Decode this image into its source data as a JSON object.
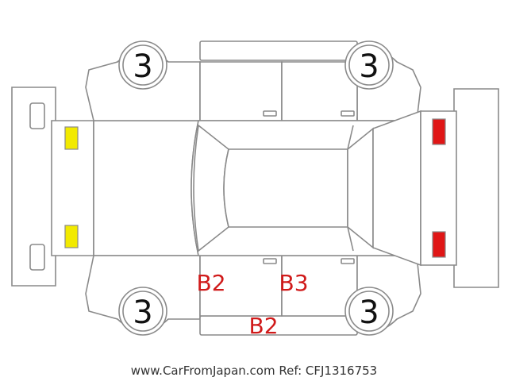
{
  "diagram": {
    "tire_conditions": {
      "front_left": "3",
      "rear_left": "3",
      "front_right": "3",
      "rear_right": "3"
    },
    "damage_marks": {
      "front_door_right": "B2",
      "rear_door_right": "B3",
      "rocker_right": "B2"
    },
    "lamp_colors": {
      "front": "#f2ea00",
      "rear": "#e01616"
    }
  },
  "footer": {
    "text": "www.CarFromJapan.com Ref: CFJ1316753"
  }
}
